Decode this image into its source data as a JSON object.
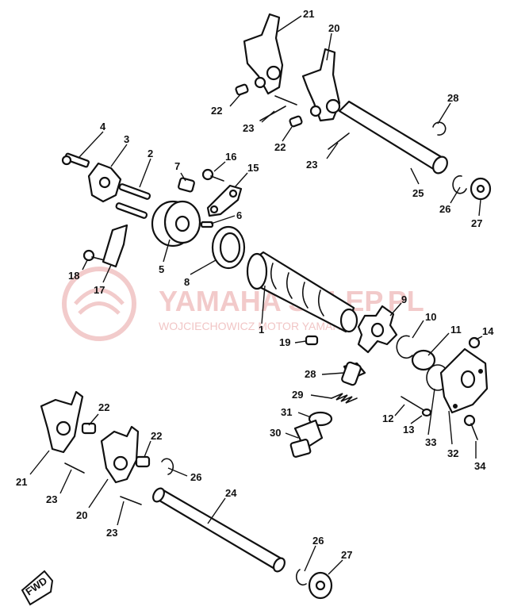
{
  "watermark": {
    "brand": "YAMAHA SKLEP.PL",
    "subtitle": "WOJCIECHOWICZ MOTOR YAMAHA",
    "color": "#e8a0a0"
  },
  "fwd_marker": "FWD",
  "callouts": {
    "c21a": "21",
    "c20a": "20",
    "c22a": "22",
    "c23a": "23",
    "c22b": "22",
    "c23b": "23",
    "c28t": "28",
    "c25": "25",
    "c26a": "26",
    "c27a": "27",
    "c4": "4",
    "c3": "3",
    "c2": "2",
    "c7": "7",
    "c16": "16",
    "c15": "15",
    "c6": "6",
    "c5": "5",
    "c8": "8",
    "c18": "18",
    "c17": "17",
    "c1": "1",
    "c9": "9",
    "c10": "10",
    "c11": "11",
    "c14": "14",
    "c19": "19",
    "c28": "28",
    "c29": "29",
    "c31": "31",
    "c30": "30",
    "c12": "12",
    "c13": "13",
    "c33": "33",
    "c32": "32",
    "c34": "34",
    "c22c": "22",
    "c22d": "22",
    "c21b": "21",
    "c23c": "23",
    "c20b": "20",
    "c23d": "23",
    "c26b": "26",
    "c24": "24",
    "c26c": "26",
    "c27b": "27"
  }
}
